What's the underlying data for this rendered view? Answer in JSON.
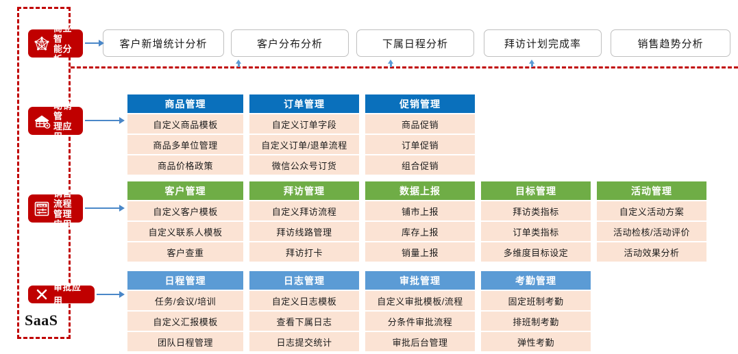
{
  "platform": {
    "label": "SaaS"
  },
  "sidebar": {
    "items": [
      {
        "id": "bi",
        "label": "商业智\n能分析",
        "icon": "network-graph-icon"
      },
      {
        "id": "dx",
        "label": "动销管\n理应用",
        "icon": "store-house-icon"
      },
      {
        "id": "sales",
        "label": "销售流程\n管理应用",
        "icon": "sale-document-icon"
      },
      {
        "id": "approval",
        "label": "审批应用",
        "icon": "cross-mark-icon"
      }
    ]
  },
  "bi_row": {
    "buttons": [
      {
        "label": "客户新增统计分析"
      },
      {
        "label": "客户分布分析"
      },
      {
        "label": "下属日程分析"
      },
      {
        "label": "拜访计划完成率"
      },
      {
        "label": "销售趋势分析"
      }
    ]
  },
  "rows": [
    {
      "id": "dx-row",
      "accent": "#0A70BC",
      "modules": [
        {
          "title": "商品管理",
          "items": [
            "自定义商品模板",
            "商品多单位管理",
            "商品价格政策"
          ]
        },
        {
          "title": "订单管理",
          "items": [
            "自定义订单字段",
            "自定义订单/退单流程",
            "微信公众号订货"
          ]
        },
        {
          "title": "促销管理",
          "items": [
            "商品促销",
            "订单促销",
            "组合促销"
          ]
        }
      ]
    },
    {
      "id": "sales-row",
      "accent": "#6FAD46",
      "modules": [
        {
          "title": "客户管理",
          "items": [
            "自定义客户模板",
            "自定义联系人模板",
            "客户查重"
          ]
        },
        {
          "title": "拜访管理",
          "items": [
            "自定义拜访流程",
            "拜访线路管理",
            "拜访打卡"
          ]
        },
        {
          "title": "数据上报",
          "items": [
            "铺市上报",
            "库存上报",
            "销量上报"
          ]
        },
        {
          "title": "目标管理",
          "items": [
            "拜访类指标",
            "订单类指标",
            "多维度目标设定"
          ]
        },
        {
          "title": "活动管理",
          "items": [
            "自定义活动方案",
            "活动检核/活动评价",
            "活动效果分析"
          ]
        }
      ]
    },
    {
      "id": "approval-row",
      "accent": "#5B9BD5",
      "modules": [
        {
          "title": "日程管理",
          "items": [
            "任务/会议/培训",
            "自定义汇报模板",
            "团队日程管理"
          ]
        },
        {
          "title": "日志管理",
          "items": [
            "自定义日志模板",
            "查看下属日志",
            "日志提交统计"
          ]
        },
        {
          "title": "审批管理",
          "items": [
            "自定义审批模板/流程",
            "分条件审批流程",
            "审批后台管理"
          ]
        },
        {
          "title": "考勤管理",
          "items": [
            "固定班制考勤",
            "排班制考勤",
            "弹性考勤"
          ]
        }
      ]
    }
  ],
  "colors": {
    "brand_red": "#C00000",
    "cell_bg": "#FBE3D4",
    "connector_blue": "#4A87C8",
    "blue": "#0A70BC",
    "green": "#6FAD46",
    "light_blue": "#5B9BD5"
  }
}
